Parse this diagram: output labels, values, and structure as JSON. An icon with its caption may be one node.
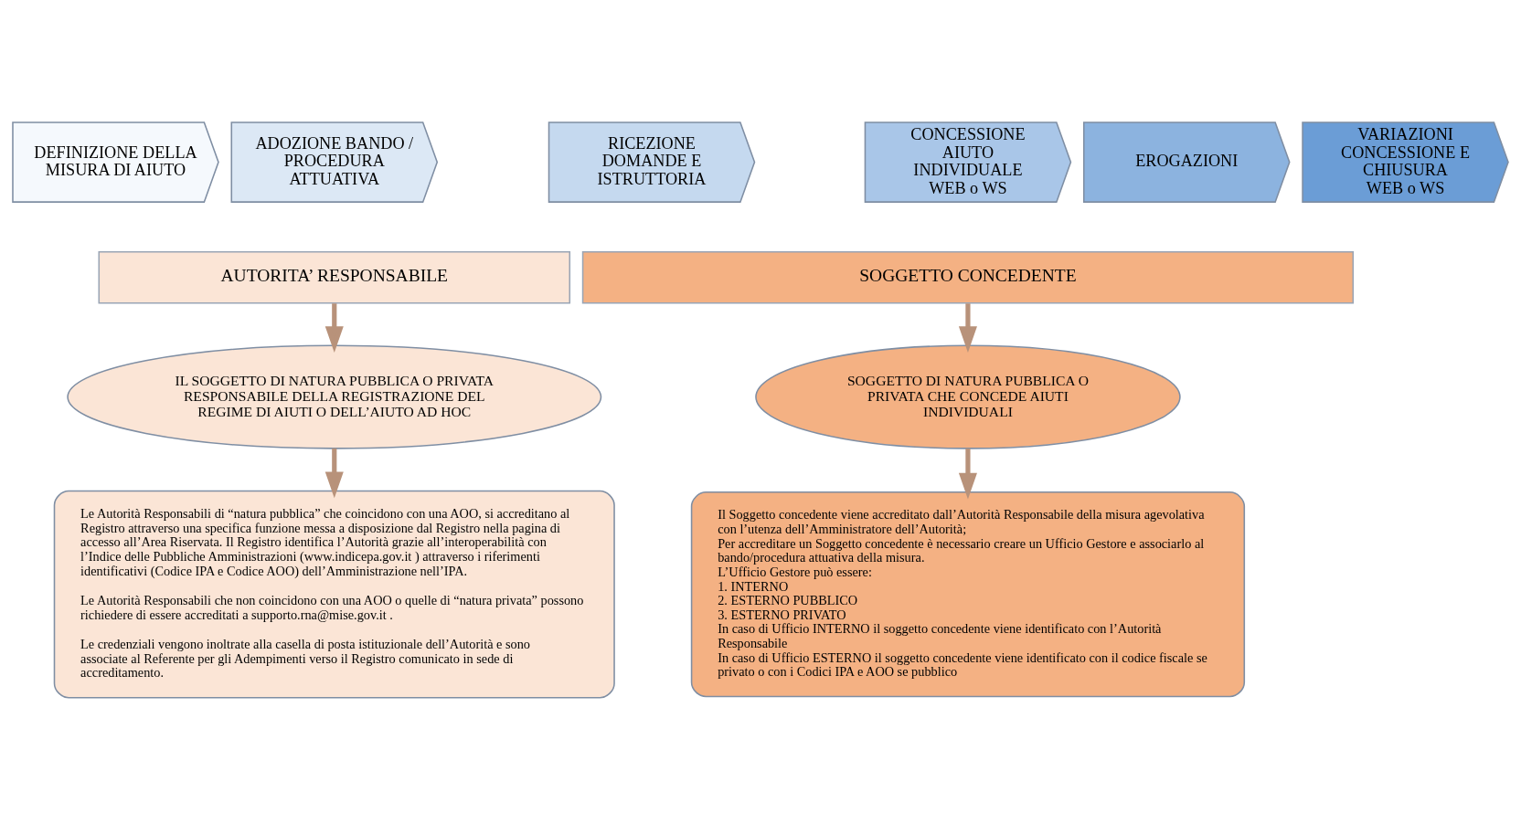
{
  "diagram": {
    "nodes": [
      {
        "text": [
          "DEFINIZIONE DELLA MISURA DI AIUTO"
        ]
      },
      {
        "text": [
          "ADOZIONE BANDO / PROCEDURA ATTUATIVA"
        ]
      },
      {
        "text": [
          "RICEZIONE DOMANDE E ISTRUTTORIA"
        ]
      },
      {
        "text": [
          "CONCESSIONE AIUTO INDIVIDUALE",
          "WEB o WS"
        ]
      },
      {
        "text": [
          "EROGAZIONI"
        ]
      },
      {
        "text": [
          "VARIAZIONI CONCESSIONE E CHIUSURA",
          "WEB o WS"
        ]
      },
      {
        "text": [
          "AUTORITA’ RESPONSABILE"
        ]
      },
      {
        "text": [
          "SOGGETTO CONCEDENTE"
        ]
      },
      {
        "text": [
          "IL SOGGETTO DI NATURA PUBBLICA O PRIVATA RESPONSABILE DELLA REGISTRAZIONE DEL REGIME DI AIUTI O DELL’AIUTO AD HOC"
        ]
      },
      {
        "text": [
          "SOGGETTO DI NATURA PUBBLICA O PRIVATA CHE CONCEDE AIUTI INDIVIDUALI"
        ]
      },
      {
        "text": [
          "Le Autorità Responsabili di “natura pubblica” che coincidono con una AOO, si accreditano al Registro attraverso una specifica funzione messa a disposizione dal Registro nella pagina di accesso all’Area Riservata. Il Registro identifica l’Autorità grazie all’interoperabilità con l’Indice delle Pubbliche Amministrazioni (www.indicepa.gov.it ) attraverso i riferimenti identificativi (Codice IPA e Codice AOO) dell’Amministrazione nell’IPA.",
          "Le Autorità Responsabili che non coincidono con una AOO o quelle di “natura privata” possono richiedere di essere accreditati a supporto.rna@mise.gov.it .",
          "Le credenziali vengono inoltrate alla casella di posta istituzionale dell’Autorità e sono associate al Referente per gli Adempimenti verso il Registro comunicato in sede di accreditamento."
        ]
      },
      {
        "text": [
          "Il Soggetto concedente viene accreditato dall’Autorità Responsabile della misura agevolativa con l’utenza dell’Amministratore dell’Autorità;",
          "Per accreditare un Soggetto concedente è necessario creare un Ufficio Gestore e associarlo al bando/procedura attuativa della misura.",
          "L’Ufficio Gestore può essere:",
          "1. INTERNO",
          "2. ESTERNO PUBBLICO",
          "3. ESTERNO PRIVATO",
          "In caso di Ufficio INTERNO il soggetto concedente viene identificato con l’Autorità Responsabile",
          "In caso di Ufficio ESTERNO il soggetto concedente viene identificato con il codice fiscale se privato o con i Codici IPA e AOO se pubblico"
        ]
      }
    ],
    "edges": [
      {
        "from": 6,
        "to": 8,
        "arrow": "to"
      },
      {
        "from": 8,
        "to": 10,
        "arrow": "to"
      },
      {
        "from": 7,
        "to": 9,
        "arrow": "to"
      },
      {
        "from": 9,
        "to": 11,
        "arrow": "to"
      }
    ]
  }
}
